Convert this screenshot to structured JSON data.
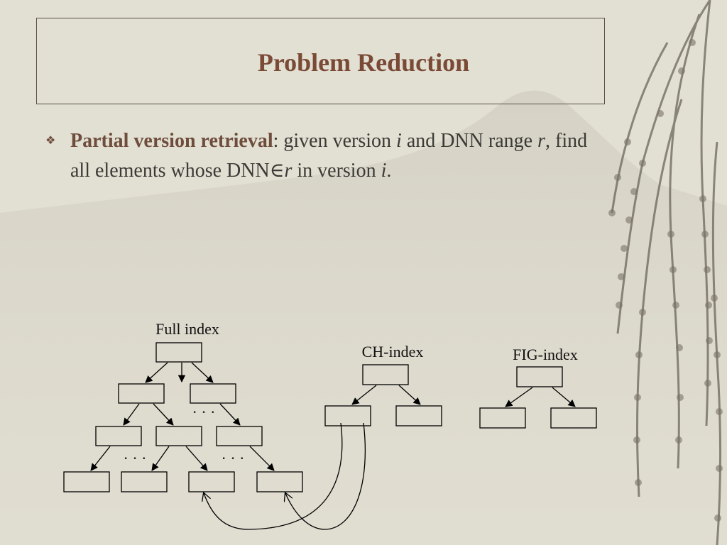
{
  "slide": {
    "title": "Problem Reduction",
    "bullet": {
      "term": "Partial version retrieval",
      "p1": ": given version ",
      "v1": "i",
      "p2": " and DNN range ",
      "v2": "r",
      "p3": ", find all elements whose DNN",
      "sym": "∈",
      "v3": "r",
      "p4": " in version ",
      "v4": "i",
      "p5": "."
    }
  },
  "diagram": {
    "full_index_label": "Full index",
    "ch_index_label": "CH-index",
    "fig_index_label": "FIG-index",
    "ellipsis": "· · ·"
  },
  "icons": {
    "bullet": "diamond-bullet-icon"
  },
  "colors": {
    "title": "#7a4a36",
    "text": "#3a3a36",
    "background": "#e2dfd3"
  }
}
